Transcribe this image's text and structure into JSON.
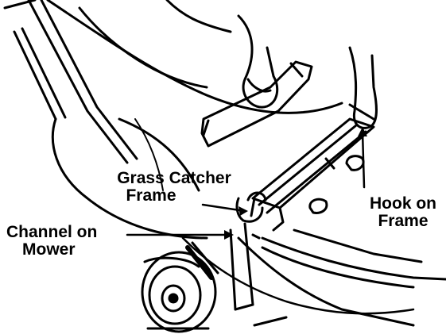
{
  "figure": {
    "colors": {
      "ink": "#000000",
      "paper": "#ffffff"
    },
    "labels": {
      "grass_catcher_frame": [
        "Grass Catcher",
        "Frame"
      ],
      "channel_on_mower": [
        "Channel on",
        "Mower"
      ],
      "hook_on_frame": [
        "Hook on",
        "Frame"
      ]
    }
  }
}
